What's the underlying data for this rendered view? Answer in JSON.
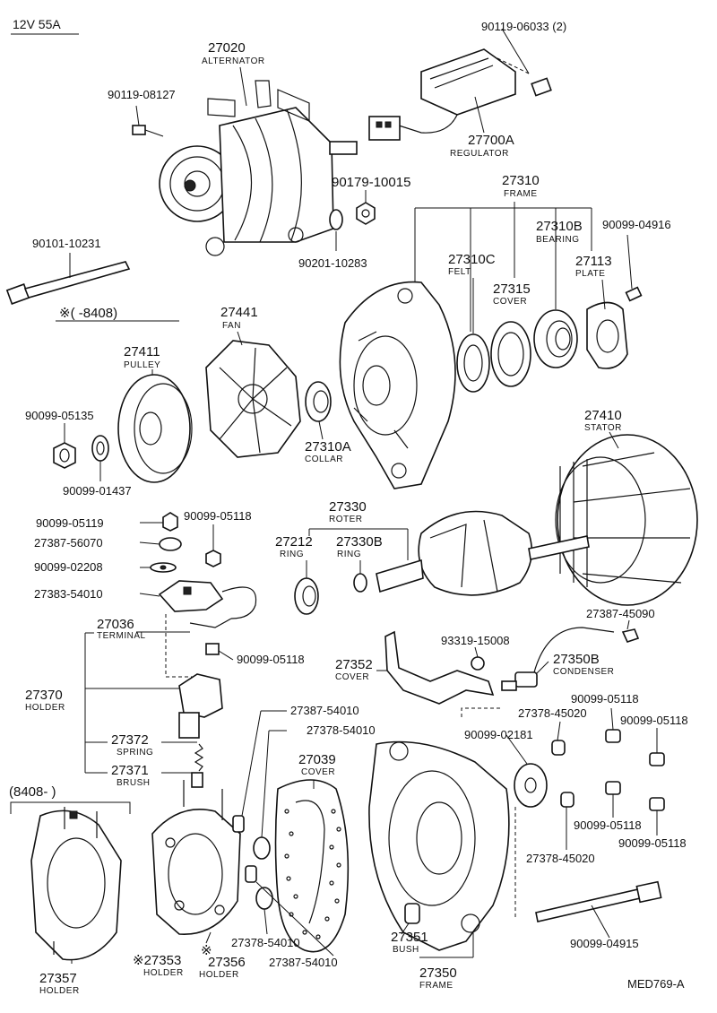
{
  "header": {
    "spec": "12V 55A"
  },
  "footer": {
    "code": "MED769-A"
  },
  "labels": {
    "p90119_06033": "90119-06033 (2)",
    "p27020": "27020",
    "p27020_name": "ALTERNATOR",
    "p90119_08127": "90119-08127",
    "p27700A": "27700A",
    "p27700A_name": "REGULATOR",
    "p90179_10015": "90179-10015",
    "p90201_10283": "90201-10283",
    "p90101_10231": "90101-10231",
    "note_before": "※(      -8408)",
    "p27310": "27310",
    "p27310_name": "FRAME",
    "p27310B": "27310B",
    "p27310B_name": "BEARING",
    "p90099_04916": "90099-04916",
    "p27310C": "27310C",
    "p27310C_name": "FELT",
    "p27113": "27113",
    "p27113_name": "PLATE",
    "p27315": "27315",
    "p27315_name": "COVER",
    "p27441": "27441",
    "p27441_name": "FAN",
    "p27411": "27411",
    "p27411_name": "PULLEY",
    "p90099_05135": "90099-05135",
    "p90099_01437": "90099-01437",
    "p27310A": "27310A",
    "p27310A_name": "COLLAR",
    "p27410": "27410",
    "p27410_name": "STATOR",
    "p90099_05119": "90099-05119",
    "p90099_05118_a": "90099-05118",
    "p27387_56070": "27387-56070",
    "p90099_02208": "90099-02208",
    "p27383_54010": "27383-54010",
    "p27330": "27330",
    "p27330_name": "ROTER",
    "p27212": "27212",
    "p27212_name": "RING",
    "p27330B": "27330B",
    "p27330B_name": "RING",
    "p27387_45090": "27387-45090",
    "p27036": "27036",
    "p27036_name": "TERMINAL",
    "p90099_05118_b": "90099-05118",
    "p93319_15008": "93319-15008",
    "p27352": "27352",
    "p27352_name": "COVER",
    "p27350B": "27350B",
    "p27350B_name": "CONDENSER",
    "p27370": "27370",
    "p27370_name": "HOLDER",
    "p27387_54010_a": "27387-54010",
    "p27378_54010_a": "27378-54010",
    "p90099_05118_c": "90099-05118",
    "p90099_05118_d": "90099-05118",
    "p27378_45020_a": "27378-45020",
    "p27372": "27372",
    "p27372_name": "SPRING",
    "p90099_02181": "90099-02181",
    "p27039": "27039",
    "p27039_name": "COVER",
    "p27371": "27371",
    "p27371_name": "BRUSH",
    "note_after": "(8408-      )",
    "p90099_05118_e": "90099-05118",
    "p90099_05118_f": "90099-05118",
    "p27378_45020_b": "27378-45020",
    "p27378_54010_b": "27378-54010",
    "p27351": "27351",
    "p27351_name": "BUSH",
    "p90099_04915": "90099-04915",
    "p27353": "※27353",
    "p27353_name": "HOLDER",
    "p27356_mark": "※",
    "p27356": "27356",
    "p27356_name": "HOLDER",
    "p27387_54010_b": "27387-54010",
    "p27350": "27350",
    "p27350_name": "FRAME",
    "p27357": "27357",
    "p27357_name": "HOLDER"
  }
}
